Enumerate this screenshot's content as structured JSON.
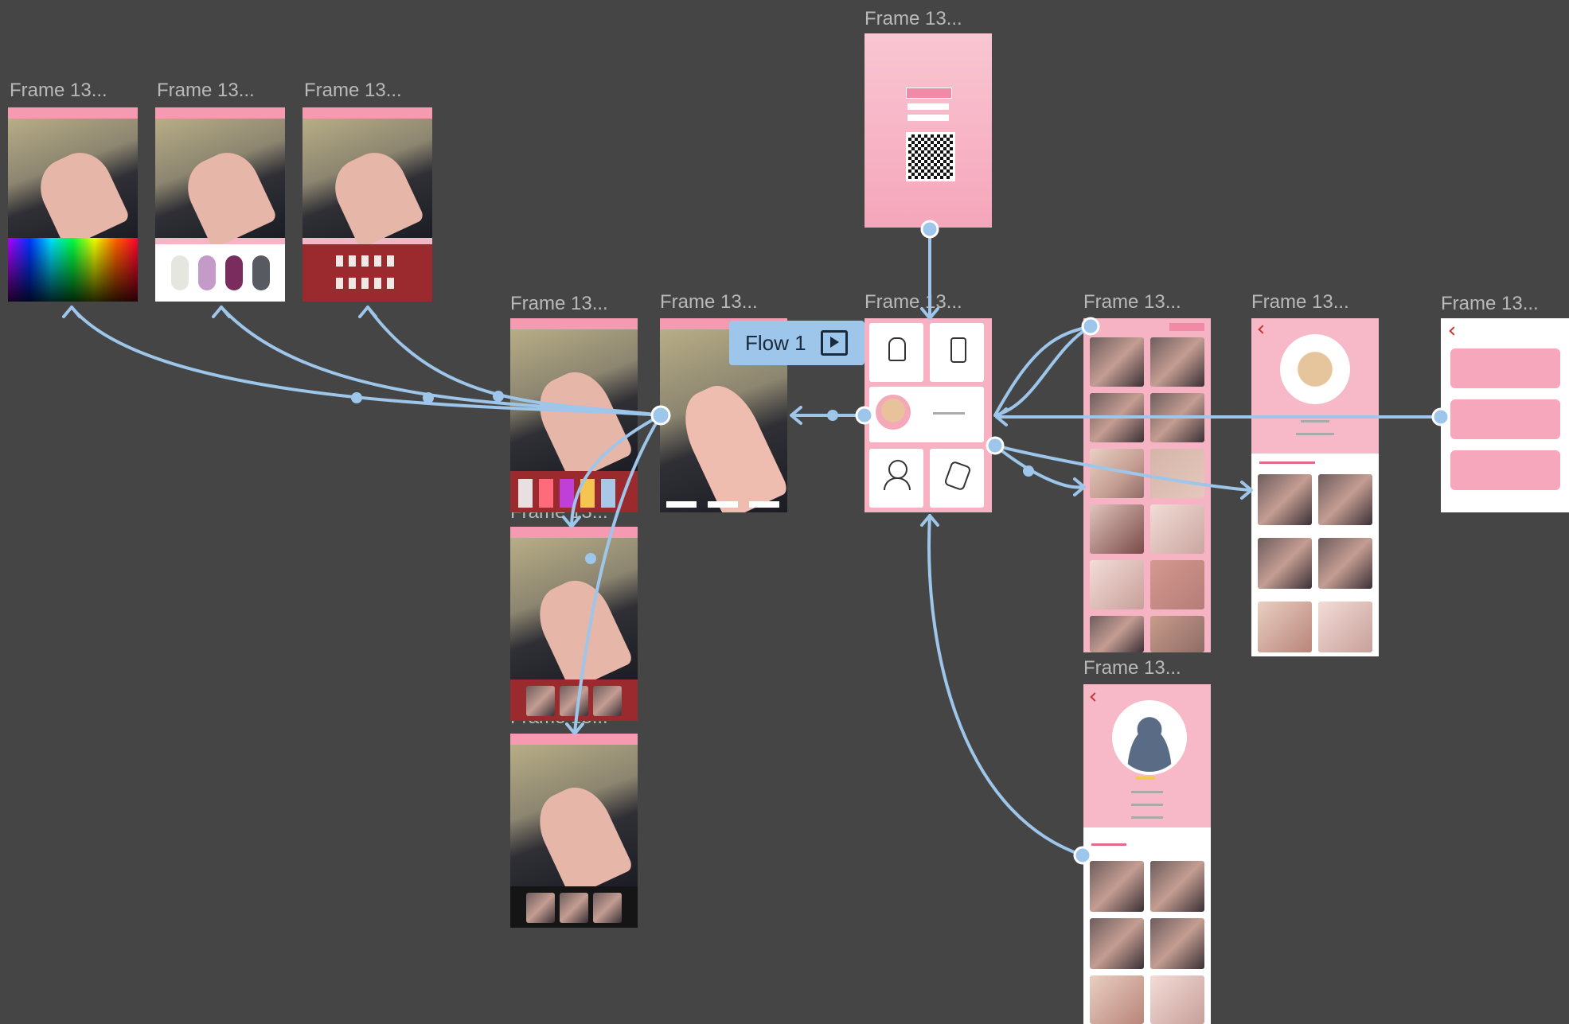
{
  "canvas": {
    "background": "#454545",
    "accent": "#9dc6ea",
    "frame_pink": "#f4b6c4"
  },
  "frame_labels": {
    "color_picker": "Frame 13...",
    "nail_shades": "Frame 13...",
    "nail_shapes": "Frame 13...",
    "ar_palette": "Frame 13...",
    "ar_result": "Frame 13...",
    "qr_login": "Frame 13...",
    "home_menu": "Frame 13...",
    "gallery": "Frame 13...",
    "master_profile": "Frame 13...",
    "settings": "Frame 13...",
    "ar_designs": "Frame 13...",
    "ar_designs_dark": "Frame 13...",
    "user_profile": "Frame 13..."
  },
  "flow": {
    "label": "Flow 1",
    "icon": "play-icon"
  },
  "icons": [
    "play-icon",
    "qr-code-icon",
    "nail-icon",
    "bottle-icon",
    "avatar-icon",
    "user-icon",
    "gallery-icon",
    "back-arrow-icon"
  ]
}
